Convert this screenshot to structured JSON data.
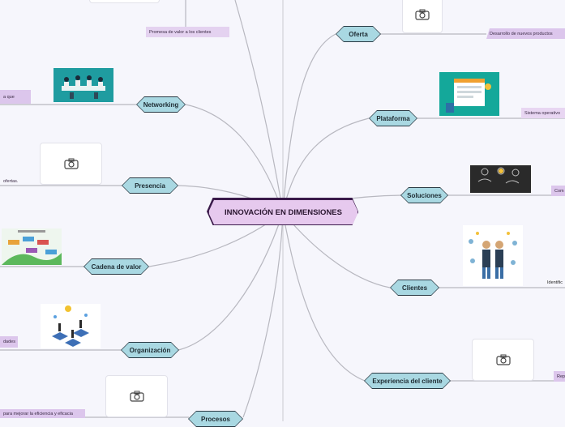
{
  "center": {
    "label": "INNOVACIÓN EN DIMENSIONES"
  },
  "left_branches": [
    {
      "label": "Networking",
      "leaf": "a que"
    },
    {
      "label": "Presencia",
      "leaf": "ofertas."
    },
    {
      "label": "Cadena de valor",
      "leaf": ""
    },
    {
      "label": "Organización",
      "leaf": "dades"
    },
    {
      "label": "Procesos",
      "leaf": "para mejorar la eficiencia y eficacia"
    }
  ],
  "right_branches": [
    {
      "label": "Oferta",
      "leaf": "Desarrollo de nuevos productos"
    },
    {
      "label": "Plataforma",
      "leaf": "Sistema operativo"
    },
    {
      "label": "Soluciones",
      "leaf": "Com"
    },
    {
      "label": "Clientes",
      "leaf": "Identific"
    },
    {
      "label": "Experiencia del cliente",
      "leaf": "Rep"
    }
  ],
  "top_leaf": "Promesa de valor a los clientes",
  "colors": {
    "node": "#a9d8e2",
    "center": "#e6c9ee",
    "leaf": "#dcc6ec",
    "line": "#b5b5bd"
  }
}
